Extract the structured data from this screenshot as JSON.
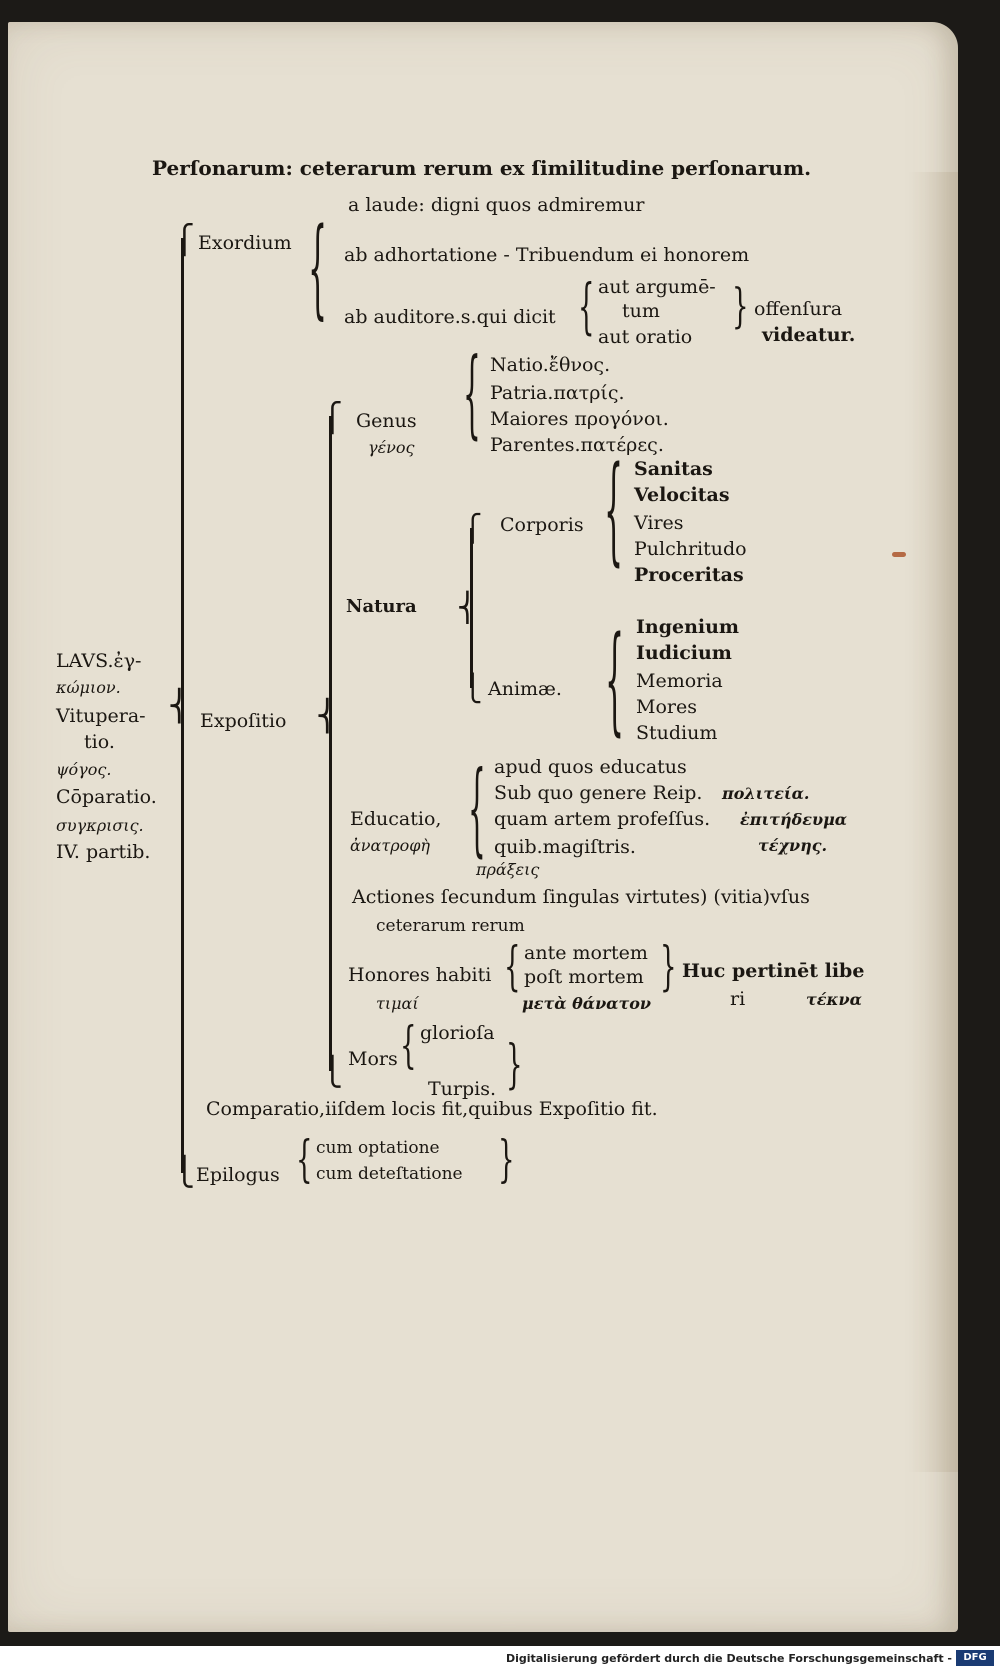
{
  "header": "Perſonarum: ceterarum rerum ex ſimilitudine perſonarum.",
  "laus": {
    "lines": [
      "LAVS.ἐγ-",
      "κώμιον.",
      "Vitupera-",
      "tio.",
      "ψόγος.",
      "Cōparatio.",
      "συγκρισις.",
      "IV. partib."
    ]
  },
  "exordium": {
    "label": "Exordium",
    "a_laude": "a laude: digni quos admiremur",
    "ab_adhortatione": "ab adhortatione - Tribuendum ei honorem",
    "ab_auditore": "ab auditore.s.qui dicit",
    "aut_argumentum": [
      "aut argumē-",
      "tum"
    ],
    "aut_oratio": "aut oratio",
    "offensura": [
      "offenſura",
      "videatur."
    ]
  },
  "expositio": {
    "label": "Expoſitio",
    "genus": {
      "label": "Genus",
      "greek": "γένος",
      "items": [
        "Natio.ἔθνος.",
        "Patria.πατρίς.",
        "Maiores προγόνοι.",
        "Parentes.πατέρες."
      ]
    },
    "natura": {
      "label": "Natura",
      "corporis": {
        "label": "Corporis",
        "items": [
          "Sanitas",
          "Velocitas",
          "Vires",
          "Pulchritudo",
          "Proceritas"
        ]
      },
      "animae": {
        "label": "Animæ.",
        "items": [
          "Ingenium",
          "Iudicium",
          "Memoria",
          "Mores",
          "Studium"
        ]
      }
    },
    "educatio": {
      "label": "Educatio,",
      "greek": "ἀνατροφὴ",
      "items": [
        "apud quos educatus",
        "Sub quo genere Reip.",
        "quam artem profeſſus.",
        "quib.magiſtris."
      ],
      "politeia": "πολιτεία.",
      "epitedeuma": "ἐπιτήδευμα",
      "technes": "τέχνης.",
      "praxeis": "πράξεις"
    },
    "actiones": {
      "line1": "Actiones ſecundum ſingulas virtutes) (vitia)vſus",
      "line2": "ceterarum rerum"
    },
    "honores": {
      "label": "Honores habiti",
      "greek": "τιμαί",
      "ante": "ante mortem",
      "post": "poſt mortem",
      "meta": "μετὰ θάνατον",
      "huc": "Huc pertinēt libe",
      "ri": "ri",
      "tekna": "τέκνα"
    },
    "mors": {
      "label": "Mors",
      "gloriosa": "glorioſa",
      "turpis": "Turpis."
    }
  },
  "comparatio": "Comparatio,iiſdem locis fit,quibus Expoſitio fit.",
  "epilogus": {
    "label": "Epilogus",
    "items": [
      "cum optatione",
      "cum deteſtatione"
    ]
  },
  "footer": {
    "text": "Digitalisierung gefördert durch die Deutsche Forschungsgemeinschaft -",
    "logo": "DFG"
  }
}
